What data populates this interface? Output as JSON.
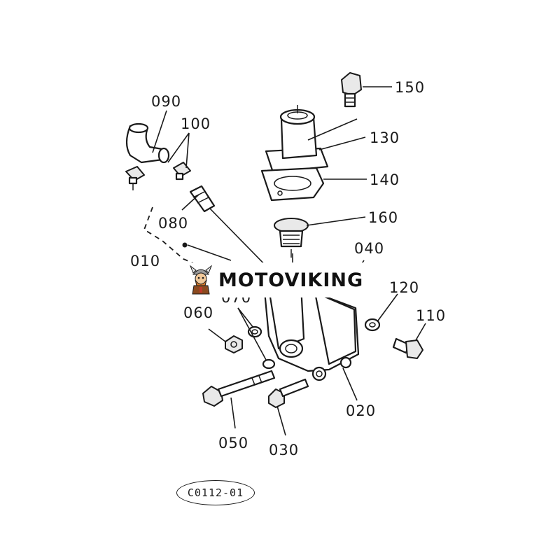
{
  "diagram": {
    "part_labels": {
      "p090": "090",
      "p100": "100",
      "p080": "080",
      "p010": "010",
      "p150": "150",
      "p130": "130",
      "p140": "140",
      "p160": "160",
      "p040": "040",
      "p120": "120",
      "p110": "110",
      "p060": "060",
      "p070": "070",
      "p020": "020",
      "p050": "050",
      "p030": "030"
    },
    "figure_code": "C0112-01"
  },
  "watermark": {
    "text": "MOTOVIKING",
    "logo_icon": "viking-mascot-icon"
  },
  "colors": {
    "ink": "#1a1a1a",
    "background": "#ffffff",
    "logo_accent": "#c0392b",
    "logo_body": "#8b4a1f"
  }
}
